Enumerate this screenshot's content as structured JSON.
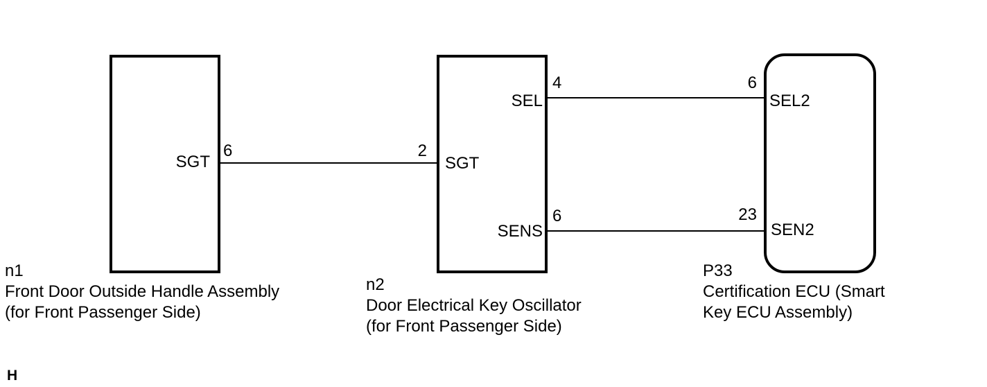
{
  "diagram": {
    "type": "wiring-diagram",
    "colors": {
      "line": "#000000",
      "background": "#ffffff"
    },
    "components": [
      {
        "code": "n1",
        "name_lines": [
          "Front Door Outside Handle Assembly",
          "(for Front Passenger Side)"
        ],
        "shape": "rect",
        "pins": [
          {
            "name": "SGT",
            "number": "6"
          }
        ]
      },
      {
        "code": "n2",
        "name_lines": [
          "Door Electrical Key Oscillator",
          "(for Front Passenger Side)"
        ],
        "shape": "rect",
        "pins": [
          {
            "name": "SEL",
            "number": "4"
          },
          {
            "name": "SGT",
            "number": "2"
          },
          {
            "name": "SENS",
            "number": "6"
          }
        ]
      },
      {
        "code": "P33",
        "name_lines": [
          "Certification ECU (Smart",
          "Key ECU Assembly)"
        ],
        "shape": "rounded-rect",
        "pins": [
          {
            "name": "SEL2",
            "number": "6"
          },
          {
            "name": "SEN2",
            "number": "23"
          }
        ]
      }
    ],
    "wires": [
      {
        "from": "n1 SGT pin 6",
        "to": "n2 SGT pin 2"
      },
      {
        "from": "n2 SEL pin 4",
        "to": "P33 SEL2 pin 6"
      },
      {
        "from": "n2 SENS pin 6",
        "to": "P33 SEN2 pin 23"
      }
    ],
    "footer_marker": "H"
  }
}
